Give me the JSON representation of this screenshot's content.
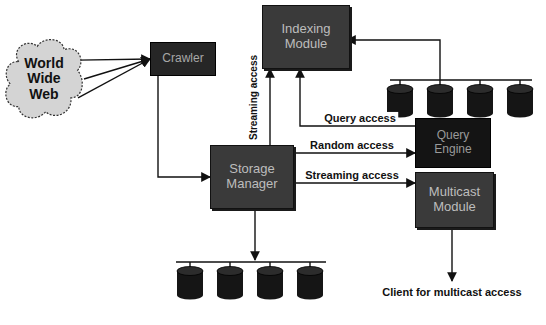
{
  "diagram": {
    "nodes": [
      {
        "text": [
          "World Wide Web"
        ]
      },
      {
        "text": [
          "Crawler"
        ]
      },
      {
        "text": [
          "Indexing Module"
        ]
      },
      {
        "text": [
          "Storage Manager"
        ]
      },
      {
        "text": [
          "Query Engine"
        ]
      },
      {
        "text": [
          "Multicast Module"
        ]
      }
    ],
    "edges": [
      {
        "from": 0,
        "to": 1,
        "arrow": "to"
      },
      {
        "from": 1,
        "to": 3,
        "arrow": "to"
      },
      {
        "from": 3,
        "to": 2,
        "label": "Streaming access",
        "arrow": "to"
      },
      {
        "from": 4,
        "to": 2,
        "label": "Query access",
        "arrow": "to"
      },
      {
        "from": 3,
        "to": 4,
        "label": "Random access",
        "arrow": "to"
      },
      {
        "from": 3,
        "to": 5,
        "label": "Streaming access",
        "arrow": "to"
      }
    ],
    "labels": [
      "Client for multicast access"
    ]
  }
}
